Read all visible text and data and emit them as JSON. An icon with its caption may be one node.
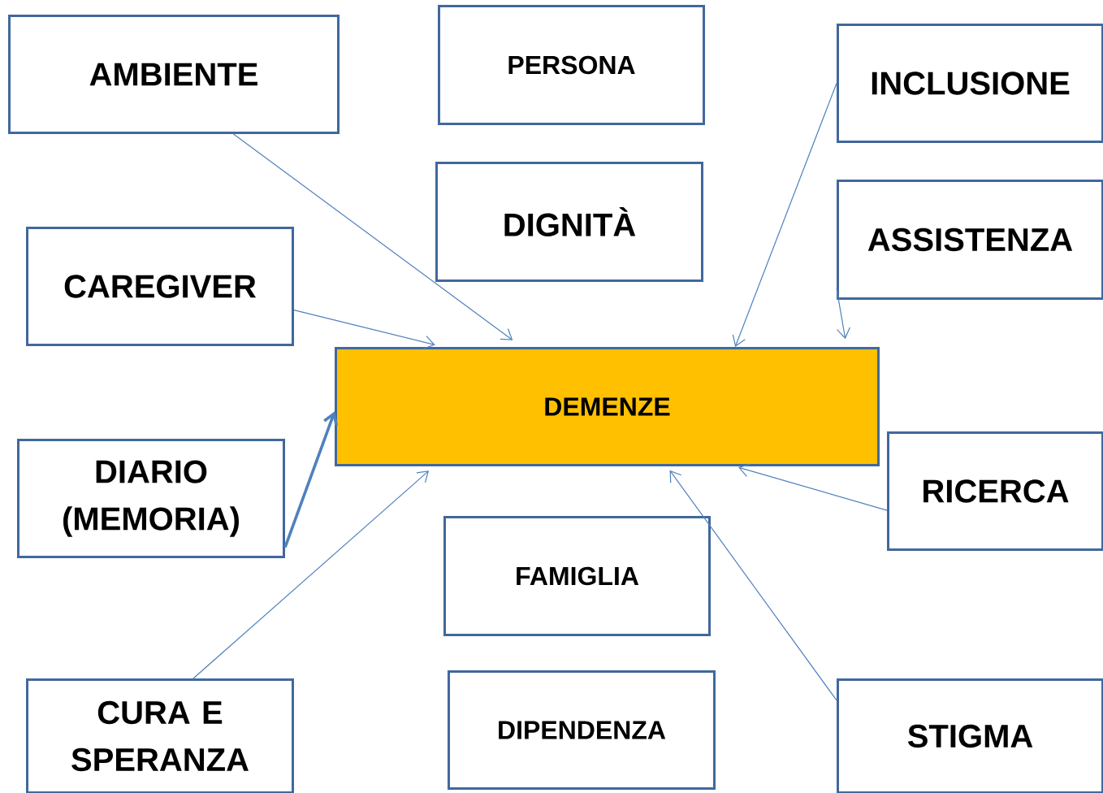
{
  "diagram": {
    "nodes": [
      {
        "text": [
          "AMBIENTE"
        ]
      },
      {
        "text": [
          "PERSONA"
        ]
      },
      {
        "text": [
          "INCLUSIONE"
        ]
      },
      {
        "text": [
          "DIGNITÀ"
        ]
      },
      {
        "text": [
          "CAREGIVER"
        ]
      },
      {
        "text": [
          "ASSISTENZA"
        ]
      },
      {
        "text": [
          "DEMENZE"
        ]
      },
      {
        "text": [
          "DIARIO (MEMORIA)"
        ]
      },
      {
        "text": [
          "RICERCA"
        ]
      },
      {
        "text": [
          "FAMIGLIA"
        ]
      },
      {
        "text": [
          "CURA E SPERANZA"
        ]
      },
      {
        "text": [
          "DIPENDENZA"
        ]
      },
      {
        "text": [
          "STIGMA"
        ]
      }
    ],
    "edges": [
      {
        "from": 0,
        "to": 6,
        "arrow": "to"
      },
      {
        "from": 4,
        "to": 6,
        "arrow": "to"
      },
      {
        "from": 2,
        "to": 6,
        "arrow": "to"
      },
      {
        "from": 5,
        "to": 6,
        "arrow": "to"
      },
      {
        "from": 7,
        "to": 6,
        "arrow": "to",
        "style": "thick"
      },
      {
        "from": 10,
        "to": 6,
        "arrow": "to"
      },
      {
        "from": 8,
        "to": 6,
        "arrow": "to"
      },
      {
        "from": 12,
        "to": 6,
        "arrow": "to"
      }
    ]
  }
}
